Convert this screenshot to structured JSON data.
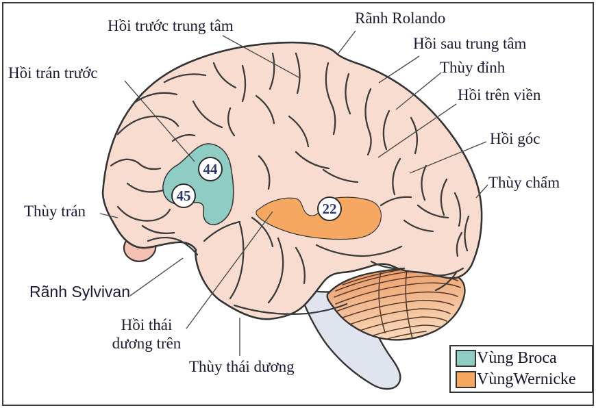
{
  "diagram": {
    "title": "Brain lateral view — language areas",
    "labels": {
      "precentral_gyrus": "Hồi trước trung tâm",
      "rolando_sulcus": "Rãnh Rolando",
      "postcentral_gyrus": "Hồi sau trung tâm",
      "parietal_lobe": "Thùy đỉnh",
      "supramarginal_gyrus": "Hồi trên viền",
      "angular_gyrus": "Hồi góc",
      "occipital_lobe": "Thùy chẩm",
      "anterior_frontal_gyrus": "Hồi trán trước",
      "frontal_lobe": "Thùy trán",
      "sylvian_fissure": "Rãnh Sylvivan",
      "superior_temporal_gyrus": "Hồi thái dương trên",
      "temporal_lobe": "Thùy thái dương"
    },
    "brodmann_areas": {
      "area_44": "44",
      "area_45": "45",
      "area_22": "22"
    },
    "legend": {
      "broca": {
        "label": "Vùng Broca",
        "color": "#8fccc3"
      },
      "wernicke": {
        "label": "VùngWernicke",
        "color": "#f6a863"
      }
    },
    "colors": {
      "cortex": "#f9dcd0",
      "outline": "#333333",
      "cerebellum_top": "#eb9760",
      "cerebellum_bottom": "#f8d7b8",
      "brainstem": "#dfe4ee",
      "orbital_bump": "#f3c0b2"
    }
  }
}
